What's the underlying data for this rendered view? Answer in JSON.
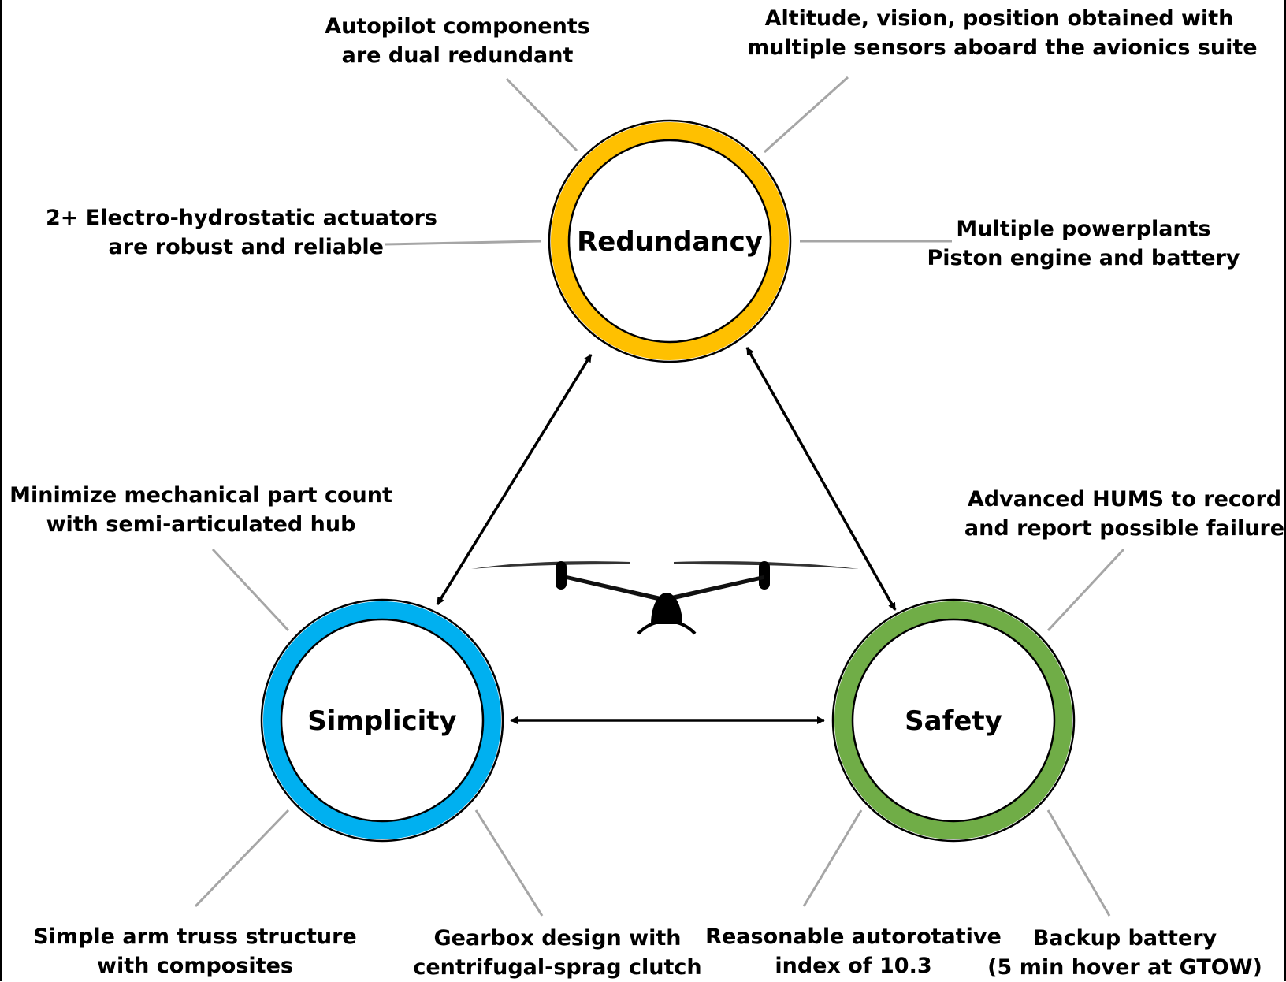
{
  "nodes": {
    "redundancy": {
      "label": "Redundancy",
      "color": "#FFC000"
    },
    "simplicity": {
      "label": "Simplicity",
      "color": "#00B0F0"
    },
    "safety": {
      "label": "Safety",
      "color": "#70AD47"
    }
  },
  "notes": {
    "autopilot": [
      "Autopilot components",
      "are dual redundant"
    ],
    "altitude": [
      "Altitude, vision, position obtained with",
      "multiple sensors aboard the avionics suite"
    ],
    "actuators": [
      "2+ Electro-hydrostatic actuators",
      "are robust and reliable"
    ],
    "powerplants": [
      "Multiple powerplants",
      "Piston engine and battery"
    ],
    "minimize": [
      "Minimize mechanical part count",
      "with semi-articulated hub"
    ],
    "hums": [
      "Advanced HUMS to record",
      "and report possible failure"
    ],
    "arm": [
      "Simple arm truss structure",
      "with composites"
    ],
    "gearbox": [
      "Gearbox design with",
      "centrifugal-sprag clutch"
    ],
    "autorotative": [
      "Reasonable autorotative",
      "index of 10.3"
    ],
    "backup": [
      "Backup battery",
      "(5 min hover at GTOW)"
    ]
  },
  "icons": {
    "aircraft": "tiltrotor-aircraft-silhouette"
  },
  "colors": {
    "leader": "#A6A6A6",
    "arrow": "#000000"
  }
}
